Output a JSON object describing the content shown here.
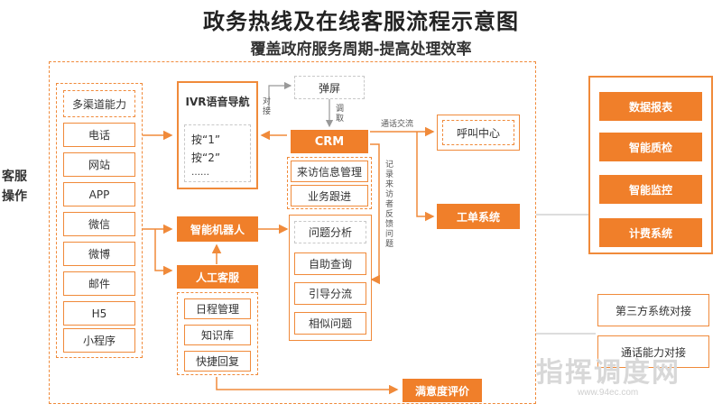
{
  "title": "政务热线及在线客服流程示意图",
  "subtitle": "覆盖政府服务周期-提高处理效率",
  "side_label": "客服操作",
  "channels": {
    "header": "多渠道能力",
    "items": [
      "电话",
      "网站",
      "APP",
      "微信",
      "微博",
      "邮件",
      "H5",
      "小程序"
    ]
  },
  "ivr": {
    "header": "IVR语音导航",
    "options": [
      "按“1”",
      "按“2”",
      "……"
    ]
  },
  "popup": "弹屏",
  "crm": {
    "title": "CRM",
    "items": [
      "来访信息管理",
      "业务跟进"
    ]
  },
  "call_center": "呼叫中心",
  "robot": "智能机器人",
  "human": {
    "title": "人工客服",
    "items": [
      "日程管理",
      "知识库",
      "快捷回复"
    ]
  },
  "analysis": {
    "header": "问题分析",
    "items": [
      "自助查询",
      "引导分流",
      "相似问题"
    ]
  },
  "ticket_system": "工单系统",
  "satisfaction": "满意度评价",
  "annotations": {
    "docking": "对接",
    "retrieve": "调取",
    "call_exchange": "通话交流",
    "record_feedback": "记录来访者反馈问题"
  },
  "right_panel": [
    "数据报表",
    "智能质检",
    "智能监控",
    "计费系统"
  ],
  "integrations": [
    "第三方系统对接",
    "通话能力对接"
  ],
  "watermark": {
    "text": "指挥调度网",
    "url": "www.94ec.com"
  },
  "colors": {
    "accent": "#f07f2a",
    "border": "#f08a3a",
    "gray": "#c8c8c8"
  }
}
